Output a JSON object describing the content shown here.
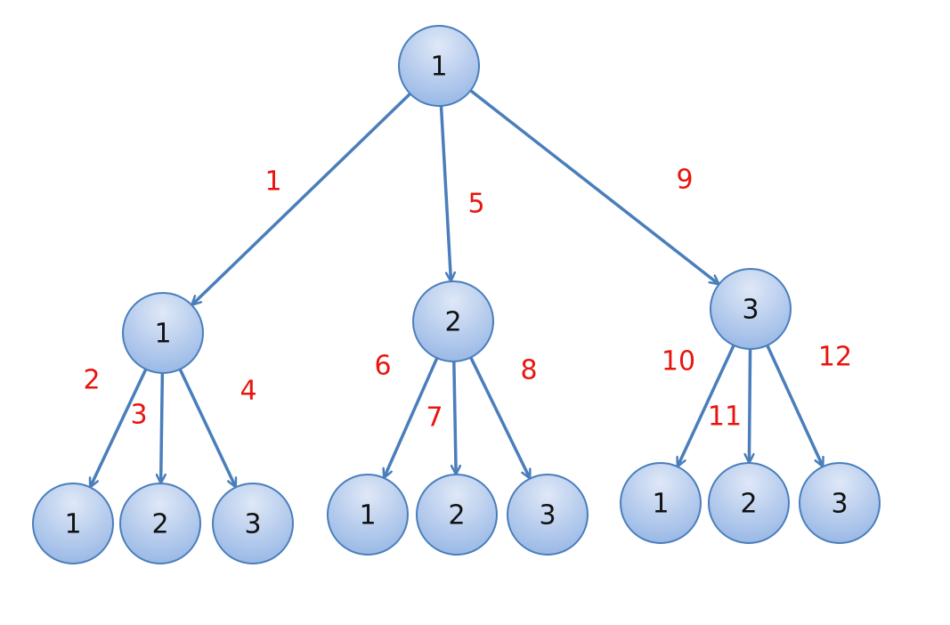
{
  "tree": {
    "nodes": [
      {
        "id": "root",
        "label": "1"
      },
      {
        "id": "n1",
        "label": "1"
      },
      {
        "id": "n2",
        "label": "2"
      },
      {
        "id": "n3",
        "label": "3"
      },
      {
        "id": "n1a",
        "label": "1"
      },
      {
        "id": "n1b",
        "label": "2"
      },
      {
        "id": "n1c",
        "label": "3"
      },
      {
        "id": "n2a",
        "label": "1"
      },
      {
        "id": "n2b",
        "label": "2"
      },
      {
        "id": "n2c",
        "label": "3"
      },
      {
        "id": "n3a",
        "label": "1"
      },
      {
        "id": "n3b",
        "label": "2"
      },
      {
        "id": "n3c",
        "label": "3"
      }
    ],
    "edges": [
      {
        "from": "root",
        "to": "n1",
        "label": "1"
      },
      {
        "from": "n1",
        "to": "n1a",
        "label": "2"
      },
      {
        "from": "n1",
        "to": "n1b",
        "label": "3"
      },
      {
        "from": "n1",
        "to": "n1c",
        "label": "4"
      },
      {
        "from": "root",
        "to": "n2",
        "label": "5"
      },
      {
        "from": "n2",
        "to": "n2a",
        "label": "6"
      },
      {
        "from": "n2",
        "to": "n2b",
        "label": "7"
      },
      {
        "from": "n2",
        "to": "n2c",
        "label": "8"
      },
      {
        "from": "root",
        "to": "n3",
        "label": "9"
      },
      {
        "from": "n3",
        "to": "n3a",
        "label": "10"
      },
      {
        "from": "n3",
        "to": "n3b",
        "label": "11"
      },
      {
        "from": "n3",
        "to": "n3c",
        "label": "12"
      }
    ],
    "colors": {
      "node_fill_light": "#dfe8f7",
      "node_fill_dark": "#9ab9e6",
      "stroke": "#4a7ebb",
      "edge_label": "#e8150f"
    }
  }
}
